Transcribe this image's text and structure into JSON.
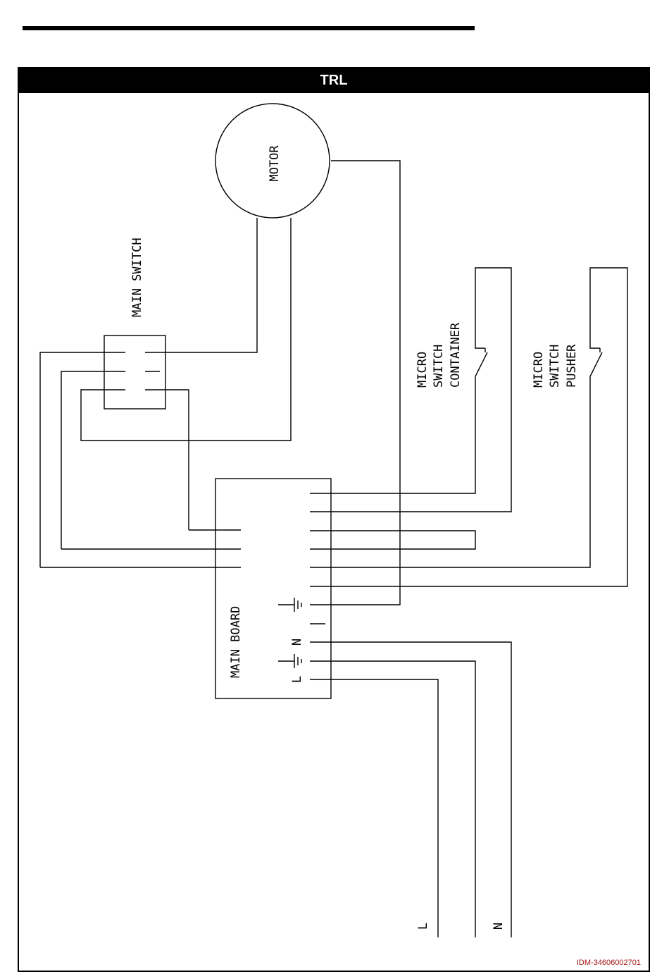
{
  "header": {
    "title": "TRL"
  },
  "labels": {
    "motor": "MOTOR",
    "main_switch": "MAIN SWITCH",
    "micro_switch_container": [
      "MICRO",
      "SWITCH",
      "CONTAINER"
    ],
    "micro_switch_pusher": [
      "MICRO",
      "SWITCH",
      "PUSHER"
    ],
    "main_board": "MAIN BOARD",
    "board_n": "N",
    "board_l": "L",
    "supply_l": "L",
    "supply_n": "N"
  },
  "footer": {
    "doc_id": "IDM-34606002701"
  },
  "colors": {
    "doc_id": "#a31515",
    "frame": "#000000"
  }
}
